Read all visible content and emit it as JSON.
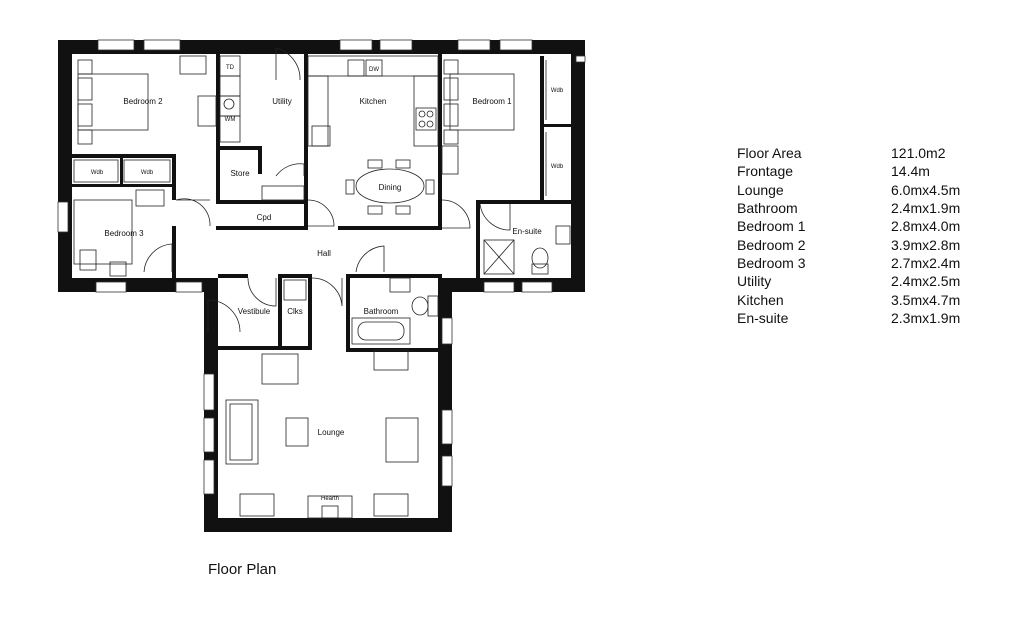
{
  "plan": {
    "caption": "Floor Plan",
    "rooms": {
      "bedroom2": "Bedroom 2",
      "utility": "Utility",
      "kitchen": "Kitchen",
      "bedroom1": "Bedroom 1",
      "store": "Store",
      "dining": "Dining",
      "cpd": "Cpd",
      "bedroom3": "Bedroom 3",
      "hall": "Hall",
      "ensuite": "En-suite",
      "vestibule": "Vestibule",
      "clks": "Clks",
      "bathroom": "Bathroom",
      "lounge": "Lounge",
      "hearth": "Hearth"
    },
    "fixtures": {
      "wdb": "Wdb",
      "td": "TD",
      "wm": "WM",
      "dw": "DW"
    }
  },
  "specs": [
    {
      "label": "Floor Area",
      "value": "121.0m2"
    },
    {
      "label": "Frontage",
      "value": "14.4m"
    },
    {
      "label": "Lounge",
      "value": "6.0mx4.5m"
    },
    {
      "label": "Bathroom",
      "value": "2.4mx1.9m"
    },
    {
      "label": "Bedroom 1",
      "value": "2.8mx4.0m"
    },
    {
      "label": "Bedroom 2",
      "value": "3.9mx2.8m"
    },
    {
      "label": "Bedroom 3",
      "value": "2.7mx2.4m"
    },
    {
      "label": "Utility",
      "value": "2.4mx2.5m"
    },
    {
      "label": "Kitchen",
      "value": "3.5mx4.7m"
    },
    {
      "label": "En-suite",
      "value": "2.3mx1.9m"
    }
  ]
}
